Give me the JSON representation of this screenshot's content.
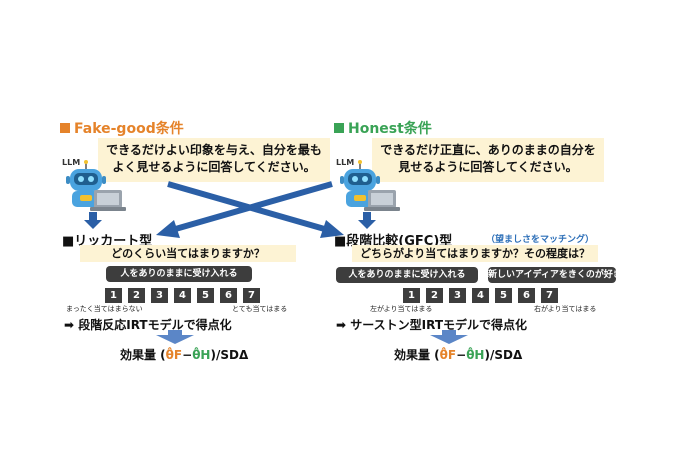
{
  "colors": {
    "fake_good": "#e5832a",
    "honest": "#3aa356",
    "arrow_blue": "#2b5fa6",
    "prompt_bg": "#fdf3d4",
    "dark_pill": "#3d3d3d",
    "desir_blue": "#2d6fb8"
  },
  "left": {
    "condition_title": "Fake-good条件",
    "prompt_line1": "できるだけよい印象を与え、自分を最も",
    "prompt_line2": "よく見せるように回答してください。",
    "llm_label": "LLM"
  },
  "right": {
    "condition_title": "Honest条件",
    "prompt_line1": "できるだけ正直に、ありのままの自分を",
    "prompt_line2": "見せるように回答してください。",
    "llm_label": "LLM"
  },
  "likert": {
    "title": "■リッカート型",
    "question": "どのくらい当てはまりますか？",
    "item": "人をありのままに受け入れる",
    "scale": [
      "1",
      "2",
      "3",
      "4",
      "5",
      "6",
      "7"
    ],
    "anchor_low": "まったく当てはまらない",
    "anchor_high": "とても当てはまる",
    "model": "段階反応IRTモデルで得点化",
    "arrow_glyph": "➡",
    "effect_prefix": "効果量 (",
    "theta_f": "θ̂F",
    "minus": "−",
    "theta_h": "θ̂H",
    "effect_suffix": ")/SDΔ"
  },
  "gfc": {
    "title": "■段階比較(GFC)型",
    "desirability_note": "（望ましさをマッチング）",
    "question": "どちらがより当てはまりますか？その程度は？",
    "item_left": "人をありのままに受け入れる",
    "item_right": "新しいアイディアをきくのが好き",
    "scale": [
      "1",
      "2",
      "3",
      "4",
      "5",
      "6",
      "7"
    ],
    "anchor_low": "左がより当てはまる",
    "anchor_high": "右がより当てはまる",
    "model": "サーストン型IRTモデルで得点化",
    "arrow_glyph": "➡",
    "effect_prefix": "効果量 (",
    "theta_f": "θ̂F",
    "minus": "−",
    "theta_h": "θ̂H",
    "effect_suffix": ")/SDΔ"
  }
}
